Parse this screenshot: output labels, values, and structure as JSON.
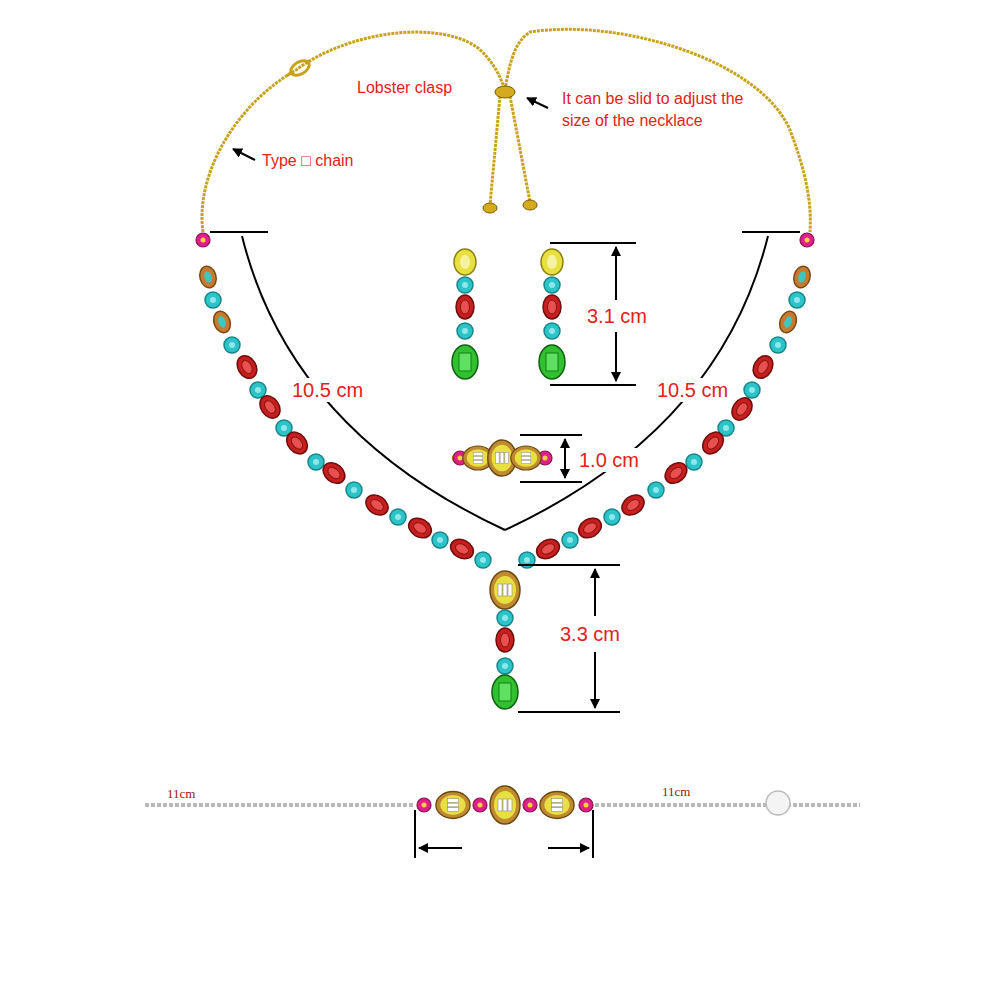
{
  "diagram": {
    "labels": [
      "Lobster clasp",
      "It can be slid to adjust the size of the necklace",
      "Type □ chain",
      "3.1 cm",
      "10.5 cm",
      "10.5 cm",
      "1.0 cm",
      "3.3 cm",
      "11cm",
      "11cm"
    ]
  }
}
